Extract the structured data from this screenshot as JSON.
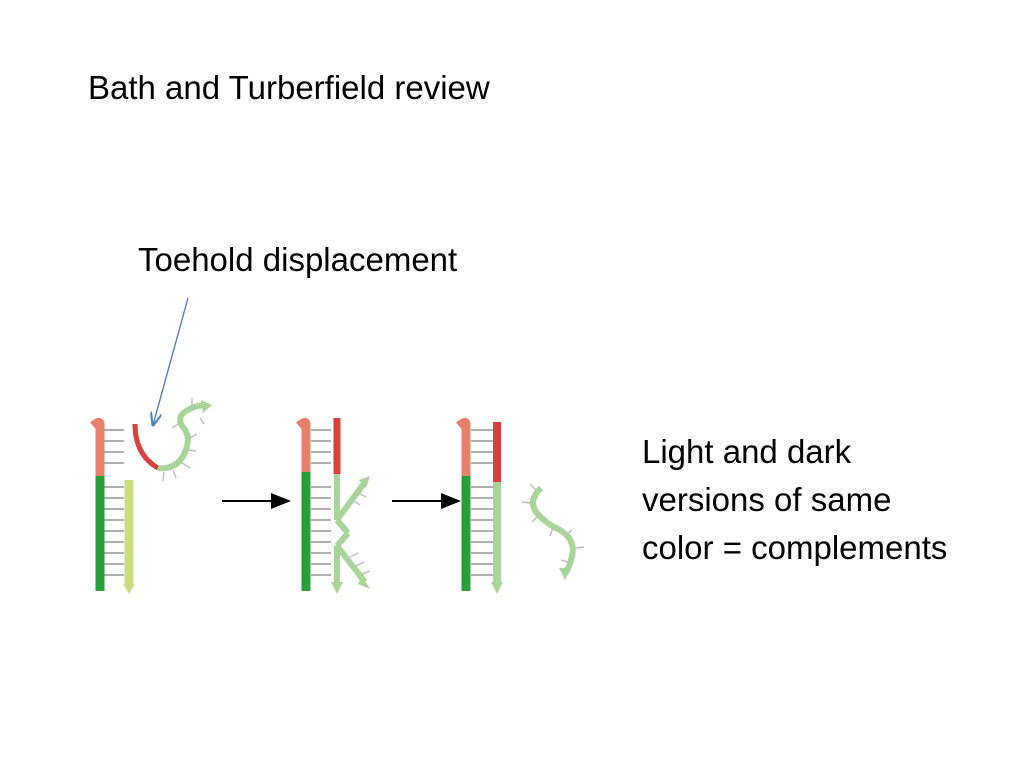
{
  "slide": {
    "title": "Bath and Turberfield review",
    "callout_label": "Toehold displacement",
    "note_lines": [
      "Light and dark",
      "versions of same",
      "color = complements"
    ]
  },
  "colors": {
    "salmon": "#e8806e",
    "dark_red": "#d9413e",
    "dark_green": "#27a03a",
    "light_green": "#a8d59a",
    "yellow_green": "#c9de7e",
    "rung_gray": "#b0b0b0",
    "callout_arrow": "#4f81bd",
    "reaction_arrow": "#000000"
  },
  "diagram": {
    "stages": [
      "initial-complex",
      "intermediate-complex",
      "final-complex"
    ],
    "icons": [
      "callout-arrow-icon",
      "reaction-arrow-icon"
    ]
  }
}
